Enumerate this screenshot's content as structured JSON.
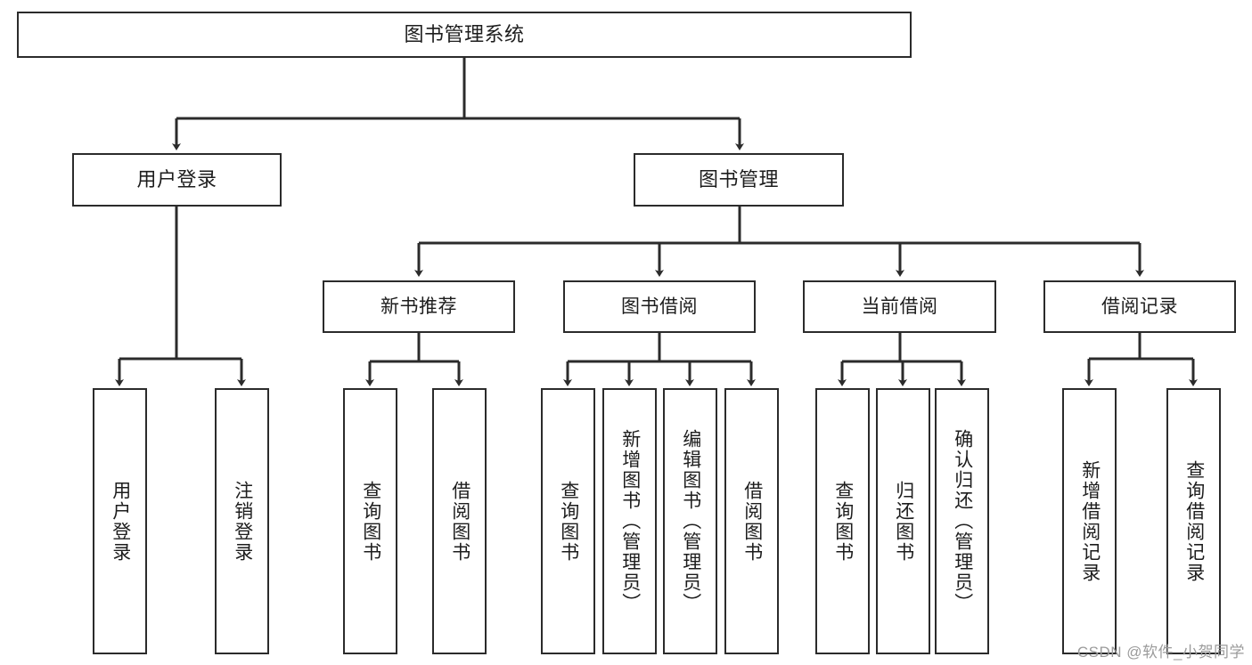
{
  "diagram": {
    "title": "图书管理系统",
    "type": "tree-hierarchy-diagram",
    "root": {
      "label": "图书管理系统"
    },
    "level2": [
      {
        "label": "用户登录"
      },
      {
        "label": "图书管理"
      }
    ],
    "level3": [
      {
        "label": "新书推荐"
      },
      {
        "label": "图书借阅"
      },
      {
        "label": "当前借阅"
      },
      {
        "label": "借阅记录"
      }
    ],
    "leaves": {
      "user_login": [
        {
          "label": "用户登录"
        },
        {
          "label": "注销登录"
        }
      ],
      "new_book_recommend": [
        {
          "label": "查询图书"
        },
        {
          "label": "借阅图书"
        }
      ],
      "book_borrow": [
        {
          "label": "查询图书"
        },
        {
          "label": "新增图书（管理员）"
        },
        {
          "label": "编辑图书（管理员）"
        },
        {
          "label": "借阅图书"
        }
      ],
      "current_borrow": [
        {
          "label": "查询图书"
        },
        {
          "label": "归还图书"
        },
        {
          "label": "确认归还（管理员）"
        }
      ],
      "borrow_record": [
        {
          "label": "新增借阅记录"
        },
        {
          "label": "查询借阅记录"
        }
      ]
    }
  },
  "watermark": {
    "text": "CSDN @软件_小贺同学"
  },
  "colors": {
    "border": "#2b2b2b",
    "background": "#ffffff",
    "text": "#1d1d1d",
    "watermark": "#9b9b9b"
  }
}
